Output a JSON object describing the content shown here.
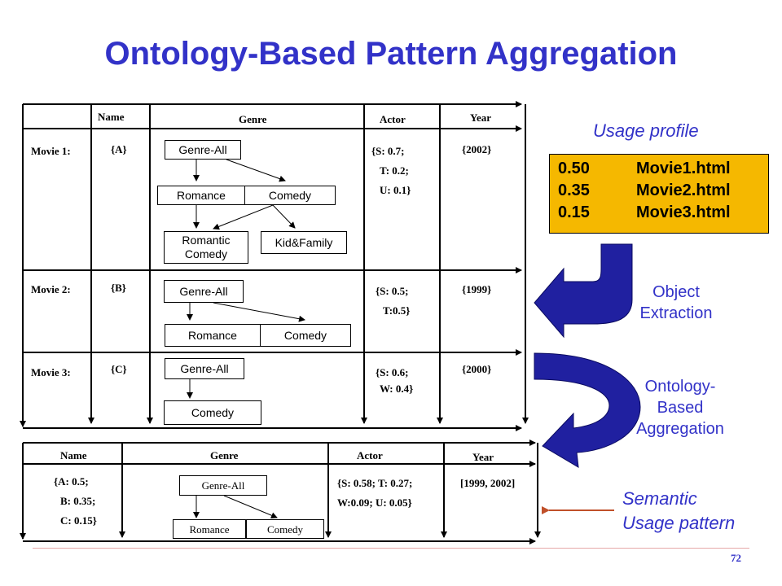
{
  "title": "Ontology-Based Pattern Aggregation",
  "table1": {
    "headers": {
      "name": "Name",
      "genre": "Genre",
      "actor": "Actor",
      "year": "Year"
    },
    "rows": [
      {
        "label": "Movie 1:",
        "name": "{A}",
        "actor": [
          "{S: 0.7;",
          "T: 0.2;",
          "U: 0.1}"
        ],
        "year": "{2002}",
        "genres": [
          "Genre-All",
          "Romance",
          "Comedy",
          "Romantic Comedy",
          "Kid&Family"
        ]
      },
      {
        "label": "Movie 2:",
        "name": "{B}",
        "actor": [
          "{S: 0.5;",
          "T:0.5}"
        ],
        "year": "{1999}",
        "genres": [
          "Genre-All",
          "Romance",
          "Comedy"
        ]
      },
      {
        "label": "Movie 3:",
        "name": "{C}",
        "actor": [
          "{S: 0.6;",
          "W: 0.4}"
        ],
        "year": "{2000}",
        "genres": [
          "Genre-All",
          "Comedy"
        ]
      }
    ]
  },
  "table2": {
    "headers": {
      "name": "Name",
      "genre": "Genre",
      "actor": "Actor",
      "year": "Year"
    },
    "name": [
      "{A: 0.5;",
      "B: 0.35;",
      "C: 0.15}"
    ],
    "genres": [
      "Genre-All",
      "Romance",
      "Comedy"
    ],
    "actor": [
      "{S: 0.58; T: 0.27;",
      "W:0.09; U: 0.05}"
    ],
    "year": "[1999, 2002]"
  },
  "usage_profile": {
    "heading": "Usage profile",
    "rows": [
      {
        "weight": "0.50",
        "page": "Movie1.html"
      },
      {
        "weight": "0.35",
        "page": "Movie2.html"
      },
      {
        "weight": "0.15",
        "page": "Movie3.html"
      }
    ]
  },
  "steps": {
    "object_extraction": [
      "Object",
      "Extraction"
    ],
    "ontology_aggregation": [
      "Ontology-",
      "Based",
      "Aggregation"
    ],
    "semantic_pattern": [
      "Semantic",
      "Usage pattern"
    ]
  },
  "page_number": "72",
  "colors": {
    "title": "#3232c8",
    "arrow": "#2020a0",
    "usage_box": "#f5b800",
    "pointer": "#c0502a"
  }
}
